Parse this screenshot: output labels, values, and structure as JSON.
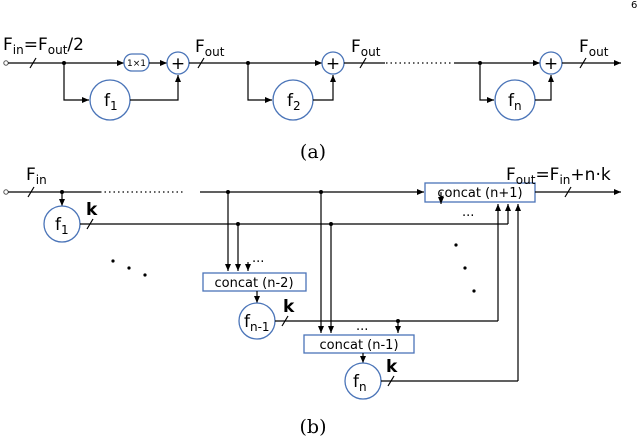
{
  "page_number": "6",
  "top": {
    "input_label": "F",
    "input_sub": "in",
    "input_eq": "=F",
    "input_eq_sub": "out",
    "input_eq_tail": "/2",
    "conv_label": "1×1",
    "plus_sign": "+",
    "out_label": "F",
    "out_sub": "out",
    "f1": "f",
    "f1_sub": "1",
    "f2": "f",
    "f2_sub": "2",
    "fn": "f",
    "fn_sub": "n",
    "caption": "(a)"
  },
  "bottom": {
    "input_label": "F",
    "input_sub": "in",
    "out_label": "F",
    "out_sub": "out",
    "out_eq": "=F",
    "out_eq_sub": "in",
    "out_eq_tail": "+n·k",
    "k": "k",
    "ellipsis": "...",
    "concat_n2": "concat (n-2)",
    "concat_n1": "concat (n-1)",
    "concat_np1": "concat (n+1)",
    "f1": "f",
    "f1_sub": "1",
    "fn1": "f",
    "fn1_sub": "n-1",
    "fn": "f",
    "fn_sub": "n",
    "caption": "(b)"
  },
  "colors": {
    "node_stroke": "#4a74b8",
    "line": "#000000"
  }
}
